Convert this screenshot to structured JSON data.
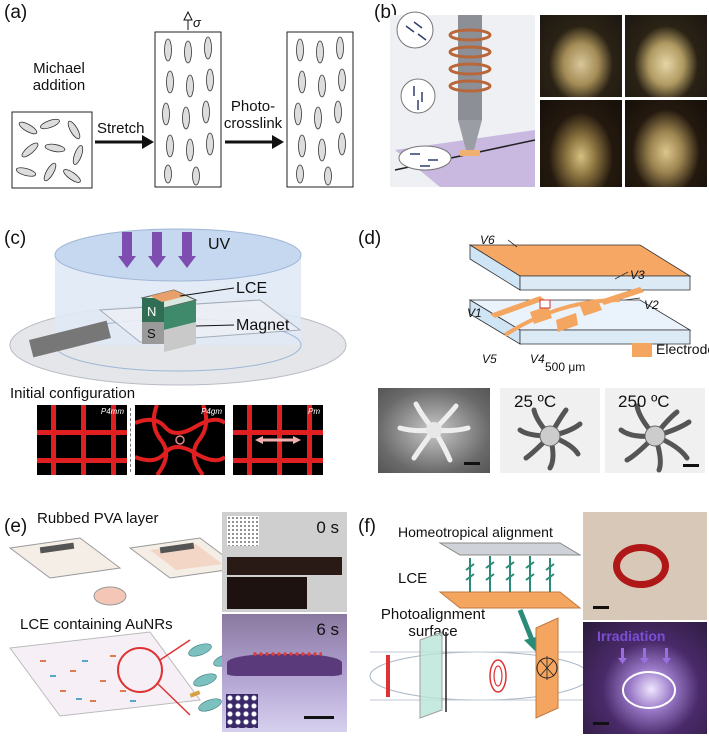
{
  "panels": {
    "a": {
      "label": "(a)",
      "step1": "Michael addition",
      "arrow1": "Stretch",
      "sigma": "σ",
      "arrow2": "Photo-crosslink"
    },
    "b": {
      "label": "(b)"
    },
    "c": {
      "label": "(c)",
      "uv": "UV",
      "lce": "LCE",
      "magnet": "Magnet",
      "pole_n": "N",
      "pole_s": "S",
      "initial": "Initial configuration",
      "tiles": [
        "P4mm",
        "P4gm",
        "Pm"
      ]
    },
    "d": {
      "label": "(d)",
      "voltages": [
        "V6",
        "V3",
        "V2",
        "V1",
        "V5",
        "V4"
      ],
      "scale": "500 μm",
      "legend": "Electrode",
      "temp1": "25 ºC",
      "temp2": "250 ºC"
    },
    "e": {
      "label": "(e)",
      "pva": "Rubbed PVA layer",
      "lce": "LCE containing AuNRs",
      "t0": "0 s",
      "t6": "6 s"
    },
    "f": {
      "label": "(f)",
      "homeo": "Homeotropical alignment",
      "lce": "LCE",
      "photo": "Photoalignment surface",
      "irr": "Irradiation"
    }
  },
  "colors": {
    "electrode": "#f4a560",
    "uv_arrow": "#6a3a9a",
    "grid_red": "#e02020",
    "dot_red": "#e03a3a",
    "irradiation_text": "#7a4fd6",
    "teal": "#2a8c78"
  }
}
